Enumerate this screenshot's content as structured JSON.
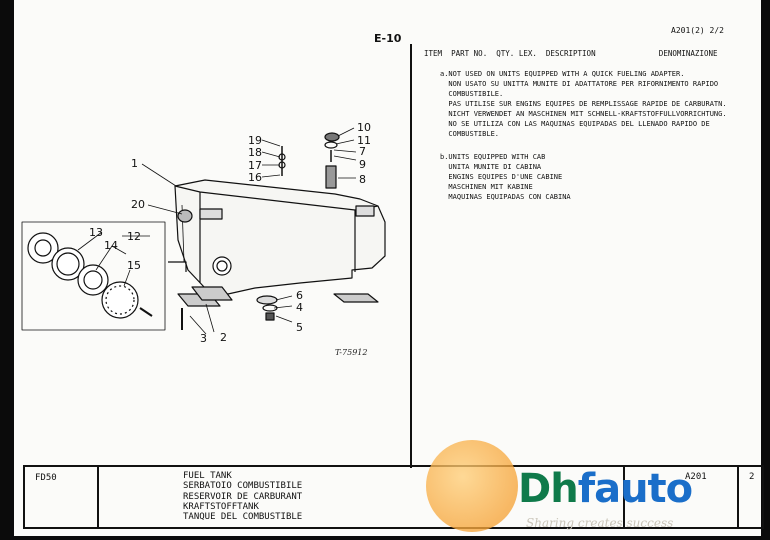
{
  "header": {
    "section_code": "E-10",
    "page_ref": "A201(2) 2/2",
    "columns": "ITEM  PART NO.  QTY. LEX.  DESCRIPTION              DENOMINAZIONE"
  },
  "notes": [
    {
      "label": "a.",
      "lines": [
        "a.NOT USED ON UNITS EQUIPPED WITH A QUICK FUELING ADAPTER.",
        "  NON USATO SU UNITTA MUNITE DI ADATTATORE PER RIFORNIMENTO RAPIDO",
        "  COMBUSTIBILE.",
        "  PAS UTILISE SUR ENGINS EQUIPES DE REMPLISSAGE RAPIDE DE CARBURATN.",
        "  NICHT VERWENDET AN MASCHINEN MIT SCHNELL-KRAFTSTOFFULLVORRICHTUNG.",
        "  NO SE UTILIZA CON LAS MAQUINAS EQUIPADAS DEL LLENADO RAPIDO DE",
        "  COMBUSTIBLE."
      ]
    },
    {
      "label": "b.",
      "lines": [
        "b.UNITS EQUIPPED WITH CAB",
        "  UNITA MUNITE DI CABINA",
        "  ENGINS EQUIPES D'UNE CABINE",
        "  MASCHINEN MIT KABINE",
        "  MAQUINAS EQUIPADAS CON CABINA"
      ]
    }
  ],
  "diagram": {
    "figure_id": "T-75912",
    "callouts": [
      "1",
      "2",
      "3",
      "4",
      "5",
      "6",
      "7",
      "8",
      "9",
      "10",
      "11",
      "12",
      "13",
      "14",
      "15",
      "16",
      "17",
      "18",
      "19",
      "20"
    ]
  },
  "footer": {
    "model": "FD50",
    "titles": [
      "FUEL TANK",
      "SERBATOIO COMBUSTIBILE",
      "RESERVOIR DE CARBURANT",
      "KRAFTSTOFFTANK",
      "TANQUE DEL COMBUSTIBLE"
    ],
    "page_ref": "A201",
    "page_number": "2"
  },
  "watermark": {
    "name_a": "Dh",
    "name_b": "fauto",
    "tagline": "Sharing creates success"
  }
}
